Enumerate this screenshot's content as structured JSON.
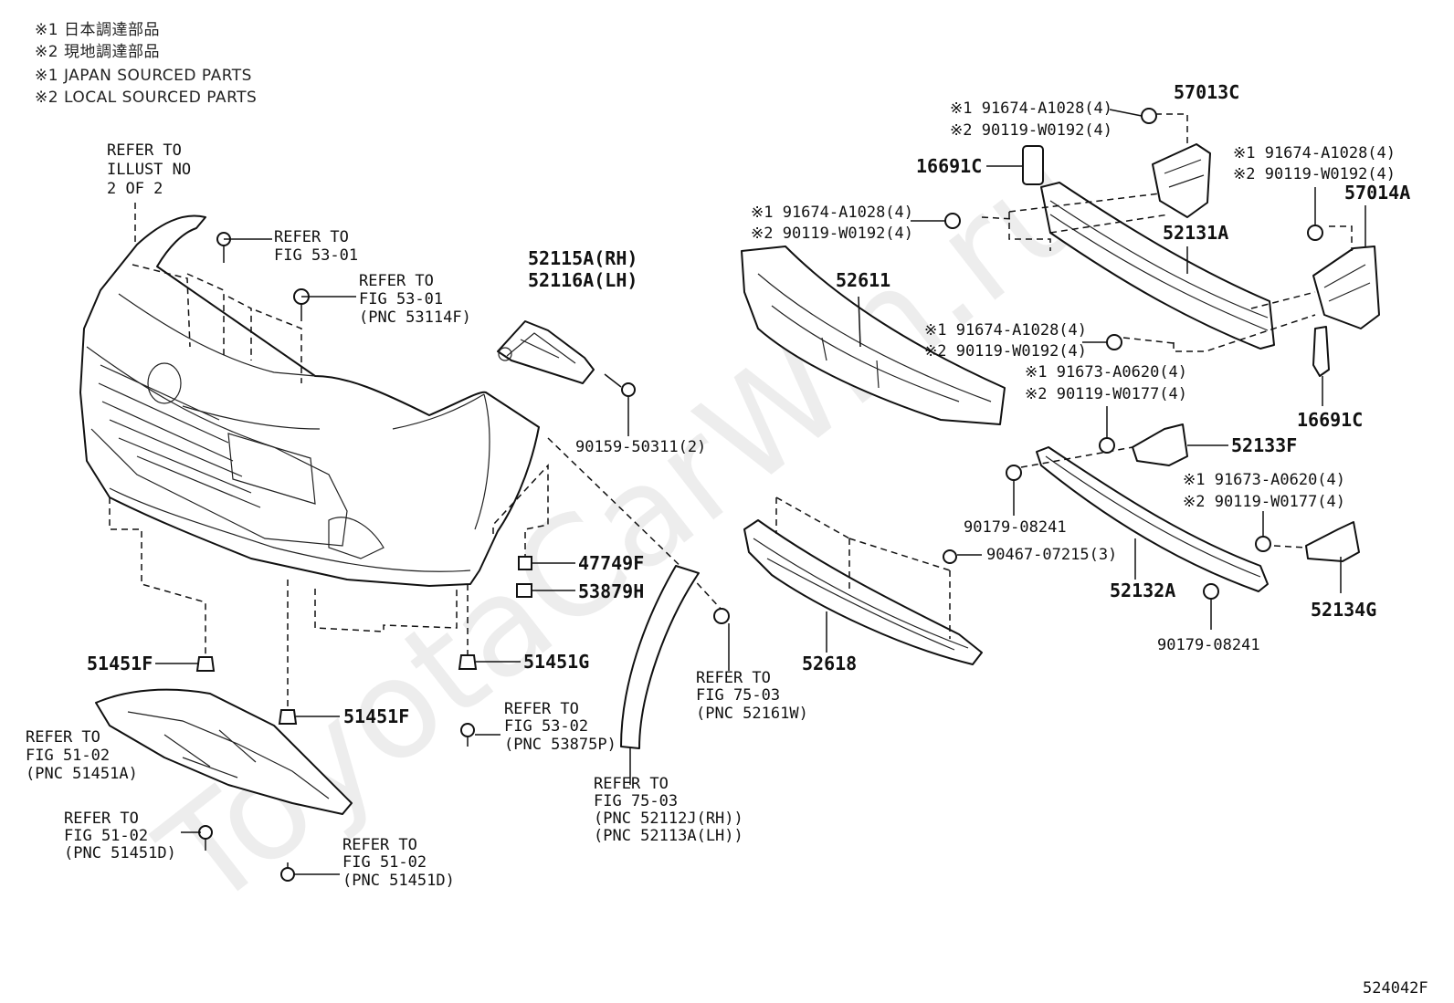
{
  "notes": [
    "※1 日本調達部品",
    "※2 現地調達部品",
    "※1 JAPAN SOURCED PARTS",
    "※2 LOCAL SOURCED PARTS"
  ],
  "watermark": "ToyotaCarWin.ru",
  "figure_id": "524042F",
  "labels": {
    "refer_illust": [
      "REFER TO",
      "ILLUST NO",
      "2 OF 2"
    ],
    "refer_53_01_a": [
      "REFER TO",
      "FIG 53-01"
    ],
    "refer_53_01_b": [
      "REFER TO",
      "FIG 53-01",
      "(PNC 53114F)"
    ],
    "p52115a": "52115A(RH)",
    "p52116a": "52116A(LH)",
    "p90159": "90159-50311(2)",
    "p47749f": "47749F",
    "p53879h": "53879H",
    "p51451f_a": "51451F",
    "p51451g": "51451G",
    "p51451f_b": "51451F",
    "refer_51_02_a": [
      "REFER TO",
      "FIG 51-02",
      "(PNC 51451A)"
    ],
    "refer_51_02_d1": [
      "REFER TO",
      "FIG 51-02",
      "(PNC 51451D)"
    ],
    "refer_51_02_d2": [
      "REFER TO",
      "FIG 51-02",
      "(PNC 51451D)"
    ],
    "refer_53_02": [
      "REFER TO",
      "FIG 53-02",
      "(PNC 53875P)"
    ],
    "refer_75_03_a": [
      "REFER TO",
      "FIG 75-03",
      "(PNC 52161W)"
    ],
    "refer_75_03_b": [
      "REFER TO",
      "FIG 75-03",
      "(PNC 52112J(RH))",
      "(PNC 52113A(LH))"
    ],
    "p52611": "52611",
    "p52618": "52618",
    "p90467": "90467-07215(3)",
    "p57013c": "57013C",
    "p16691c_a": "16691C",
    "p16691c_b": "16691C",
    "p57014a": "57014A",
    "p52131a": "52131A",
    "p52133f": "52133F",
    "p52132a": "52132A",
    "p52134g": "52134G",
    "p90179_a": "90179-08241",
    "p90179_b": "90179-08241",
    "bolt_top": [
      "※1 91674-A1028(4)",
      "※2 90119-W0192(4)"
    ],
    "bolt_right": [
      "※1 91674-A1028(4)",
      "※2 90119-W0192(4)"
    ],
    "bolt_left": [
      "※1 91674-A1028(4)",
      "※2 90119-W0192(4)"
    ],
    "bolt_mid": [
      "※1 91674-A1028(4)",
      "※2 90119-W0192(4)"
    ],
    "bolt_lower_a": [
      "※1 91673-A0620(4)",
      "※2 90119-W0177(4)"
    ],
    "bolt_lower_b": [
      "※1 91673-A0620(4)",
      "※2 90119-W0177(4)"
    ]
  }
}
